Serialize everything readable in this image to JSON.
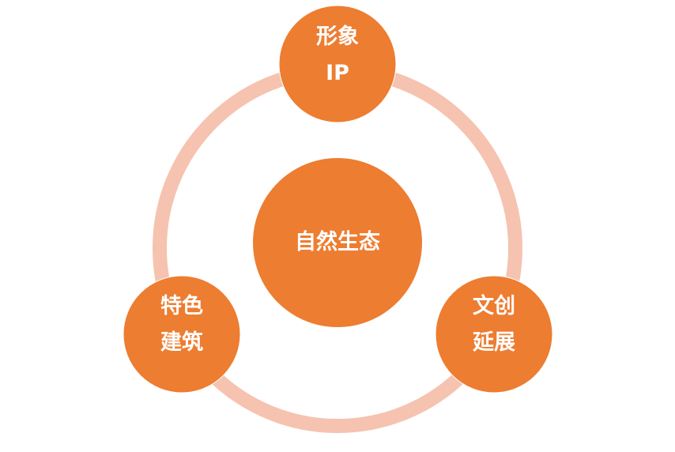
{
  "colors": {
    "ring": "#F5C3B0",
    "node": "#ED7D31",
    "text": "#FFFFFF"
  },
  "center": {
    "label": "自然生态"
  },
  "nodes": [
    {
      "line1": "形象",
      "line2": "IP"
    },
    {
      "line1": "特色",
      "line2": "建筑"
    },
    {
      "line1": "文创",
      "line2": "延展"
    }
  ]
}
